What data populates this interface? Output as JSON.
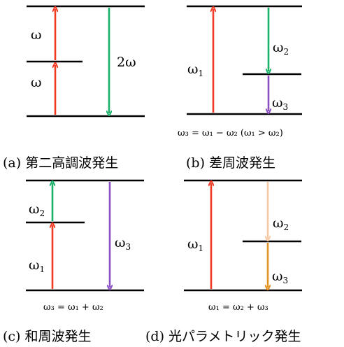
{
  "colors": {
    "red": "#f03b24",
    "green": "#1ab06a",
    "purple": "#8a4fc0",
    "peach": "#f7c8a2",
    "orange": "#e3901c"
  },
  "panel_a": {
    "caption": "(a) 第二高調波発生",
    "label_omega_upper": "ω",
    "label_omega_lower": "ω",
    "label_2omega": "2ω"
  },
  "panel_b": {
    "caption": "(b) 差周波発生",
    "label_w1": "ω",
    "label_w1_sub": "1",
    "label_w2": "ω",
    "label_w2_sub": "2",
    "label_w3": "ω",
    "label_w3_sub": "3",
    "equation": "ω₃ = ω₁ − ω₂ (ω₁ > ω₂)"
  },
  "panel_c": {
    "caption": "(c) 和周波発生",
    "label_w1": "ω",
    "label_w1_sub": "1",
    "label_w2": "ω",
    "label_w2_sub": "2",
    "label_w3": "ω",
    "label_w3_sub": "3",
    "equation": "ω₃ = ω₁ + ω₂"
  },
  "panel_d": {
    "caption": "(d) 光パラメトリック発生",
    "label_w1": "ω",
    "label_w1_sub": "1",
    "label_w2": "ω",
    "label_w2_sub": "2",
    "label_w3": "ω",
    "label_w3_sub": "3",
    "equation": "ω₁ = ω₂ + ω₃"
  }
}
